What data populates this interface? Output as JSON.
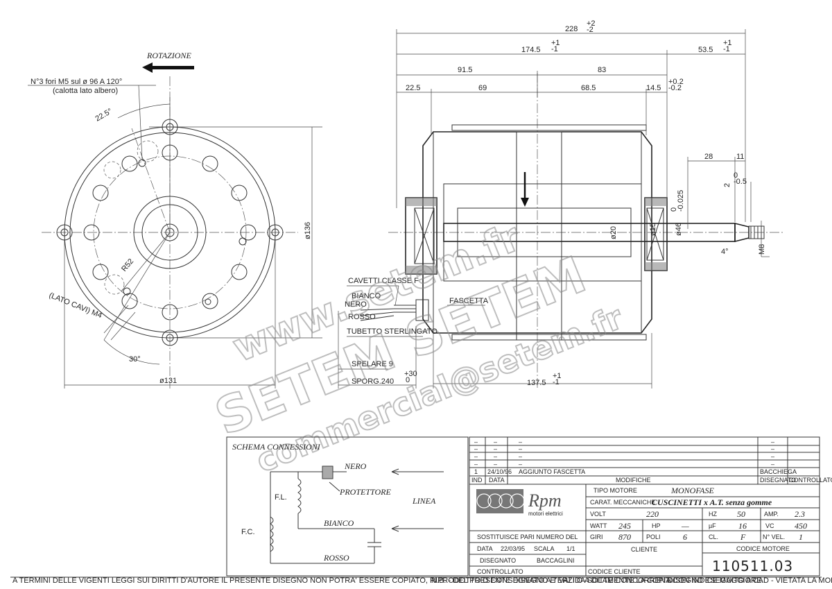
{
  "drawing": {
    "rotation_label": "ROTAZIONE",
    "holes_note": "N°3 fori M5 sul ø 96 A 120°",
    "holes_note_sub": "(calotta lato albero)",
    "angle_22": "22.5°",
    "radius_r52": "R52",
    "cable_side": "(LATO CAVI) M4",
    "angle_30": "30°",
    "dia_131": "ø131",
    "dia_136": "ø136",
    "dim_228": "228",
    "tol_228": [
      "+2",
      "-2"
    ],
    "dim_174": "174.5",
    "tol_174": [
      "+1",
      "-1"
    ],
    "dim_53": "53.5",
    "tol_53": [
      "+1",
      "-1"
    ],
    "dim_91": "91.5",
    "dim_83": "83",
    "tol_83": [
      "+0.2",
      "-0.2"
    ],
    "dim_22": "22.5",
    "dim_69": "69",
    "dim_68": "68.5",
    "dim_14": "14.5",
    "dim_28": "28",
    "dim_11": "11",
    "dim_2": "2",
    "tol_2": [
      "0",
      "-0.5"
    ],
    "dia_46": "ø46",
    "tol_46": [
      "0",
      "-0.025"
    ],
    "dia_20": "ø20",
    "dia_15": "ø15",
    "angle_4": "4°",
    "thread_m8": "M8",
    "cables_label": "CAVETTI CLASSE F",
    "wire_bianco": "BIANCO",
    "wire_nero": "NERO",
    "wire_rosso": "ROSSO",
    "fascetta": "FASCETTA",
    "tubetto": "TUBETTO STERLINGATO",
    "spelare": "SPELARE 9",
    "sporg": "SPORG.240",
    "tol_sporg": [
      "+30",
      "0"
    ],
    "dim_137": "137.5",
    "tol_137": [
      "+1",
      "-1"
    ]
  },
  "watermark": {
    "line1": "www.setem.fr",
    "line2": "SETEM  SETEM",
    "line3": "commercial@setem.fr"
  },
  "schema": {
    "title": "SCHEMA CONNESSIONI",
    "nero": "NERO",
    "protettore": "PROTETTORE",
    "fl": "F.L.",
    "fc": "F.C.",
    "bianco": "BIANCO",
    "rosso": "ROSSO",
    "linea": "LINEA"
  },
  "revisions": {
    "rows": [
      {
        "n": "–",
        "date": "–",
        "desc": "–",
        "by": "–",
        "ctl": ""
      },
      {
        "n": "–",
        "date": "–",
        "desc": "–",
        "by": "–",
        "ctl": ""
      },
      {
        "n": "–",
        "date": "–",
        "desc": "–",
        "by": "–",
        "ctl": ""
      },
      {
        "n": "–",
        "date": "–",
        "desc": "–",
        "by": "–",
        "ctl": ""
      },
      {
        "n": "1",
        "date": "24/10/96",
        "desc": "AGGIUNTO FASCETTA",
        "by": "BACCHIEGA",
        "ctl": ""
      }
    ],
    "h_ind": "IND",
    "h_data": "DATA",
    "h_modifiche": "MODIFICHE",
    "h_disegnato": "DISEGNATO",
    "h_controllato": "CONTROLLATO"
  },
  "titleblock": {
    "logo_text": "Rpm",
    "logo_sub": "motori elettrici",
    "tipo_label": "TIPO MOTORE",
    "tipo_value": "MONOFASE",
    "carat_label": "CARAT. MECCANICHE",
    "carat_value": "CUSCINETTI x A.T. senza gomme",
    "volt_label": "VOLT",
    "volt_value": "220",
    "hz_label": "HZ",
    "hz_value": "50",
    "amp_label": "AMP.",
    "amp_value": "2.3",
    "watt_label": "WATT",
    "watt_value": "245",
    "hp_label": "HP",
    "hp_value": "—",
    "uf_label": "µF",
    "uf_value": "16",
    "vc_label": "VC",
    "vc_value": "450",
    "giri_label": "GIRI",
    "giri_value": "870",
    "poli_label": "POLI",
    "poli_value": "6",
    "cl_label": "CL.",
    "cl_value": "F",
    "vel_label": "N° VEL.",
    "vel_value": "1",
    "sostituisce_label": "SOSTITUISCE PARI NUMERO DEL",
    "sostituisce_value": "-",
    "data_label": "DATA",
    "data_value": "22/03/95",
    "scala_label": "SCALA",
    "scala_value": "1/1",
    "disegnato_label": "DISEGNATO",
    "disegnato_value": "BACCAGLINI",
    "controllato_label": "CONTROLLATO",
    "cliente_label": "CLIENTE",
    "codice_cliente_label": "CODICE CLIENTE",
    "codice_motore_label": "CODICE MOTORE",
    "codice_motore_value": "110511.03"
  },
  "footer": {
    "left": "A TERMINI DELLE VIGENTI LEGGI SUI DIRITTI D'AUTORE IL PRESENTE DISEGNO NON POTRA' ESSERE COPIATO, RIPRODOTTO O CONSEGNATO A TERZI O A DITTE CONCORRENTI.",
    "middle": "N.B. - DEL PRESENTE DISEGNO E' VALIDA SOLAMENTE LA COPIA CON INDICE MAGGIORE.",
    "right": "DISEGNO ESEGUITO A CAD - VIETATA LA MODIFICA MANUALE"
  }
}
